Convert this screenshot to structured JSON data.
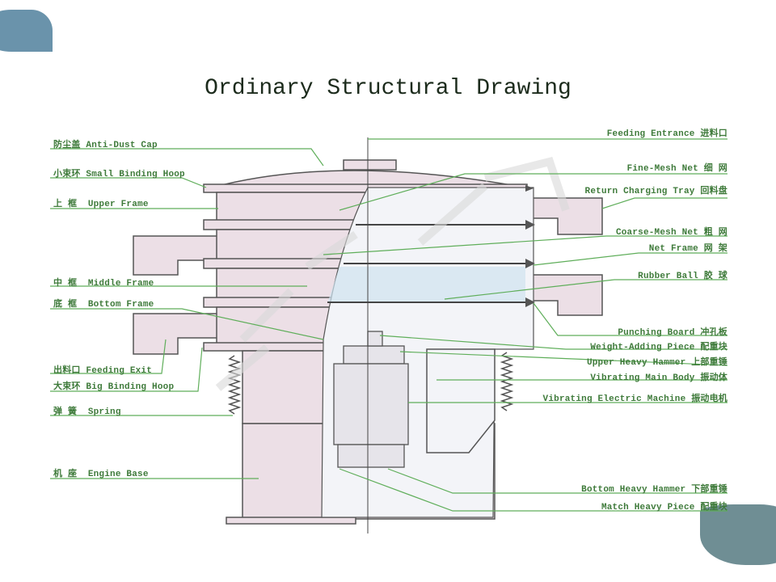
{
  "title": "Ordinary Structural Drawing",
  "colors": {
    "label_green": "#3e7a3a",
    "leader_green": "#5fae5a",
    "machine_fill": "#ecdfe6",
    "machine_line": "#555555",
    "mesh_blue": "#cfe3f0",
    "blob_topleft": "#6a93ab",
    "blob_bottomright": "#6f8e94"
  },
  "labels_left": [
    {
      "zh": "防尘盖",
      "en": "Anti-Dust Cap"
    },
    {
      "zh": "小束环",
      "en": "Small Binding Hoop"
    },
    {
      "zh": "上 框",
      "en": "Upper Frame"
    },
    {
      "zh": "中 框",
      "en": "Middle Frame"
    },
    {
      "zh": "底 框",
      "en": "Bottom Frame"
    },
    {
      "zh": "出料口",
      "en": "Feeding Exit"
    },
    {
      "zh": "大束环",
      "en": "Big Binding Hoop"
    },
    {
      "zh": "弹 簧",
      "en": "Spring"
    },
    {
      "zh": "机 座",
      "en": "Engine Base"
    }
  ],
  "labels_right": [
    {
      "en": "Feeding Entrance",
      "zh": "进料口"
    },
    {
      "en": "Fine-Mesh Net",
      "zh": "细 网"
    },
    {
      "en": "Return Charging Tray",
      "zh": "回料盘"
    },
    {
      "en": "Coarse-Mesh Net",
      "zh": "粗 网"
    },
    {
      "en": "Net Frame",
      "zh": "网 架"
    },
    {
      "en": "Rubber Ball",
      "zh": "胶 球"
    },
    {
      "en": "Punching Board",
      "zh": "冲孔板"
    },
    {
      "en": "Weight-Adding Piece",
      "zh": "配重块"
    },
    {
      "en": "Upper Heavy Hammer",
      "zh": "上部重锤"
    },
    {
      "en": "Vibrating Main Body",
      "zh": "振动体"
    },
    {
      "en": "Vibrating Electric Machine",
      "zh": "振动电机"
    },
    {
      "en": "Bottom Heavy Hammer",
      "zh": "下部重锤"
    },
    {
      "en": "Match Heavy Piece",
      "zh": "配重块"
    }
  ]
}
